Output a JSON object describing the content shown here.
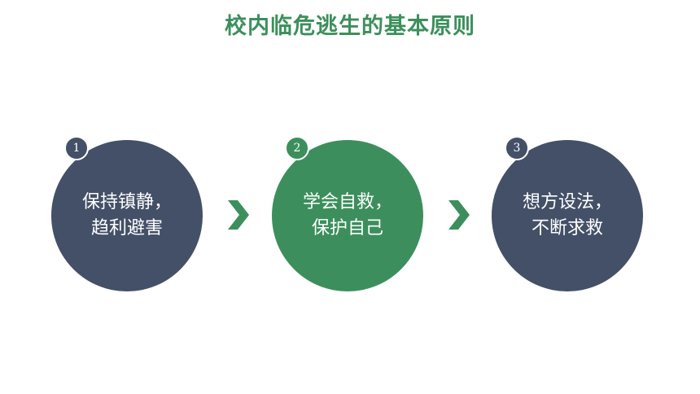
{
  "title": "校内临危逃生的基本原则",
  "colors": {
    "dark_navy": "#445067",
    "green": "#3c8f5c",
    "white": "#ffffff"
  },
  "steps": [
    {
      "number": "1",
      "line1": "保持镇静，",
      "line2": "趋利避害",
      "color": "#445067"
    },
    {
      "number": "2",
      "line1": "学会自救，",
      "line2": "保护自己",
      "color": "#3c8f5c"
    },
    {
      "number": "3",
      "line1": "想方设法，",
      "line2": "不断求救",
      "color": "#445067"
    }
  ],
  "connectors": [
    {
      "icon": "chevron-right-icon",
      "color": "#3c8f5c"
    },
    {
      "icon": "chevron-right-icon",
      "color": "#3c8f5c"
    }
  ]
}
